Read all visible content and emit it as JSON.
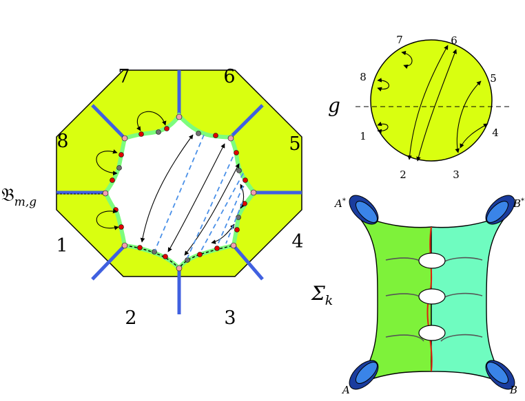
{
  "octagon": {
    "side_labels": [
      "7",
      "6",
      "5",
      "4",
      "3",
      "2",
      "1",
      "8"
    ],
    "space_label": "𝔅",
    "space_subscript": "m,g"
  },
  "disk": {
    "label": "g",
    "point_labels": [
      "6",
      "5",
      "4",
      "3",
      "2",
      "1",
      "8",
      "7"
    ]
  },
  "surface": {
    "label": "Σ",
    "label_subscript": "k",
    "corner_labels": {
      "top_left": "A",
      "top_left_sup": "*",
      "top_right": "B",
      "top_right_sup": "*",
      "bottom_left": "A",
      "bottom_right": "B"
    }
  },
  "colors": {
    "face_yellow": "#d9ff10",
    "rim_green": "#7dfc7d",
    "edge_blue": "#4060e0",
    "dash_blue": "#4a90e8",
    "marked_red": "#e00000",
    "marked_gray": "#707070",
    "marked_pink": "#f0a0b0",
    "surface_green": "#7ef23a",
    "surface_mint": "#6ffcc0",
    "cuff_dark": "#1a3c9e",
    "cuff_light": "#3a84e8",
    "seam_red": "#e02010"
  }
}
